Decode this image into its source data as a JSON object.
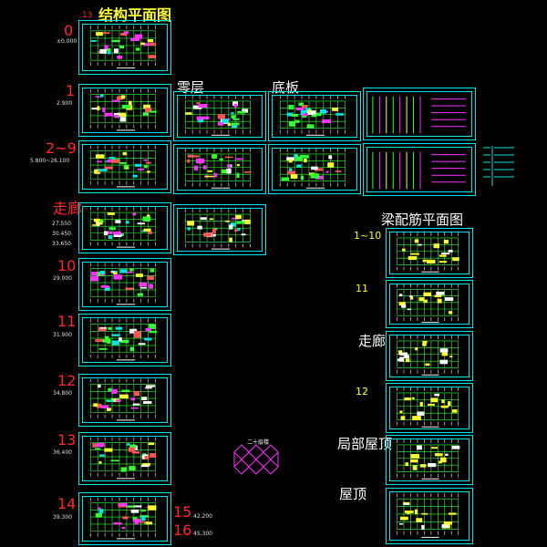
{
  "header": {
    "index": "13",
    "title": "结构平面图"
  },
  "beam_section_title": "梁配筋平面图",
  "column_labels": {
    "zero_floor": "零层",
    "base_slab": "底板"
  },
  "middle_label": "二十层楼",
  "left_floors": [
    {
      "num": "0",
      "elev": "±0.000"
    },
    {
      "num": "1",
      "elev": "2.900"
    },
    {
      "num": "2~9",
      "elev": "5.800~26.100"
    },
    {
      "num": "走廊",
      "elev": "27.550\n30.450\n33.650"
    },
    {
      "num": "10",
      "elev": "29.000"
    },
    {
      "num": "11",
      "elev": "31.900"
    },
    {
      "num": "12",
      "elev": "34.800"
    },
    {
      "num": "13",
      "elev": "36.400"
    },
    {
      "num": "14",
      "elev": "39.300"
    }
  ],
  "extra_floors": [
    {
      "num": "15",
      "elev": "42.200"
    },
    {
      "num": "16",
      "elev": "45.300"
    }
  ],
  "beam_floors": [
    {
      "label": "1~10"
    },
    {
      "label": "11"
    },
    {
      "label": "走廊"
    },
    {
      "label": "12"
    },
    {
      "label": "局部屋顶"
    },
    {
      "label": "屋顶"
    }
  ],
  "colors": {
    "frame": "#00e5e5",
    "label_red": "#ff2a2a",
    "label_yellow": "#ffff33",
    "drawing_magenta": "#ff33ff",
    "drawing_green": "#33ff33"
  }
}
